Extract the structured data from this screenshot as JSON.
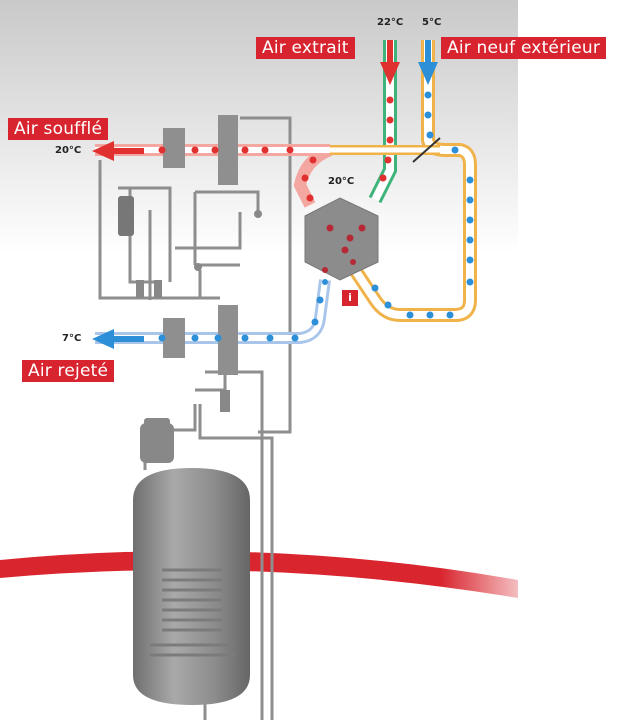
{
  "labels": {
    "air_extrait": "Air extrait",
    "air_neuf": "Air neuf extérieur",
    "air_souffle": "Air soufflé",
    "air_rejete": "Air rejeté"
  },
  "temperatures": {
    "extrait": "22°C",
    "neuf": "5°C",
    "souffle": "20°C",
    "echangeur": "20°C",
    "rejete": "7°C"
  },
  "info_badge": "i",
  "colors": {
    "label_bg": "#d8242e",
    "hot_air": "#e03030",
    "cold_air": "#2d8fd8",
    "orange_duct": "#f0b34a",
    "green_duct": "#3fb47a",
    "grey_unit": "#8c8c8c",
    "red_band": "#d9252e"
  }
}
